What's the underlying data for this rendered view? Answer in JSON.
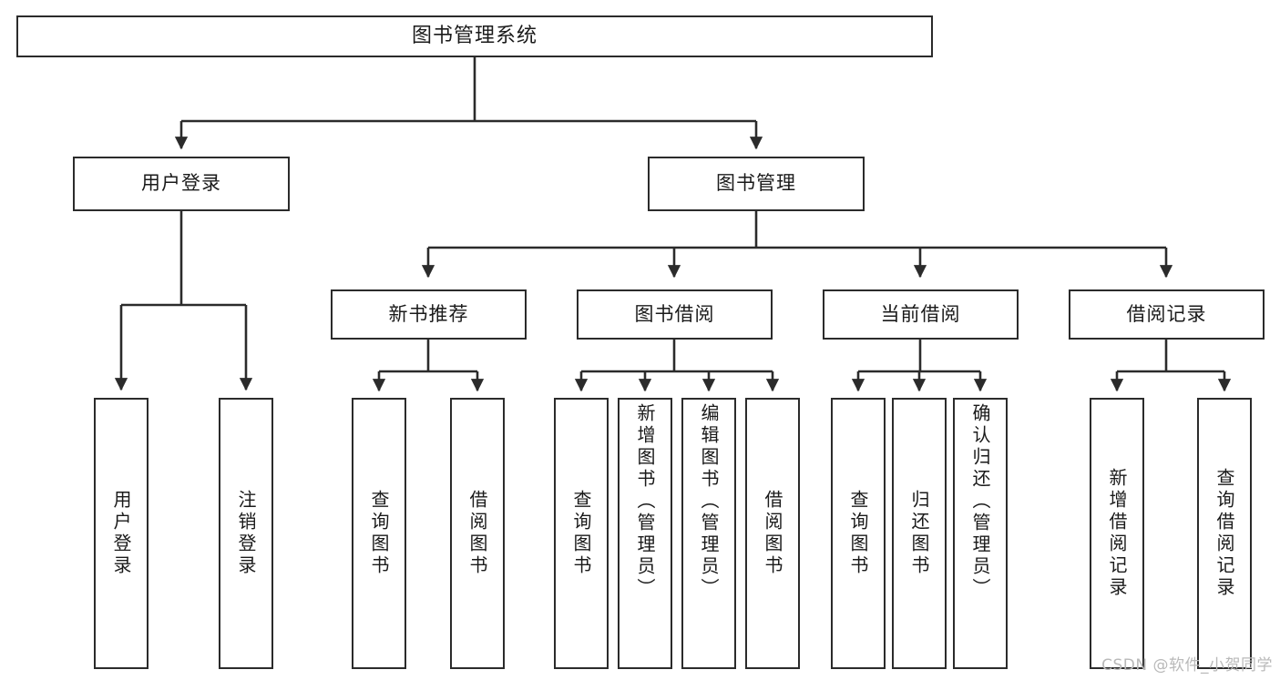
{
  "diagram": {
    "title": "图书管理系统",
    "type": "tree",
    "root": {
      "label": "图书管理系统"
    },
    "level1": [
      {
        "label": "用户登录"
      },
      {
        "label": "图书管理"
      }
    ],
    "level2": [
      {
        "label": "新书推荐"
      },
      {
        "label": "图书借阅"
      },
      {
        "label": "当前借阅"
      },
      {
        "label": "借阅记录"
      }
    ],
    "leaves": {
      "user_login": [
        {
          "label": "用户登录"
        },
        {
          "label": "注销登录"
        }
      ],
      "new_book_recommend": [
        {
          "label": "查询图书"
        },
        {
          "label": "借阅图书"
        }
      ],
      "book_borrow": [
        {
          "label": "查询图书"
        },
        {
          "label": "新增图书（管理员）"
        },
        {
          "label": "编辑图书（管理员）"
        },
        {
          "label": "借阅图书"
        }
      ],
      "current_borrow": [
        {
          "label": "查询图书"
        },
        {
          "label": "归还图书"
        },
        {
          "label": "确认归还（管理员）"
        }
      ],
      "borrow_record": [
        {
          "label": "新增借阅记录"
        },
        {
          "label": "查询借阅记录"
        }
      ]
    }
  },
  "watermark": {
    "text": "CSDN @软件_小贺同学"
  },
  "colors": {
    "stroke": "#2b2b2b",
    "background": "#ffffff",
    "text": "#1a1a1a",
    "watermark": "#b9b9b9"
  }
}
